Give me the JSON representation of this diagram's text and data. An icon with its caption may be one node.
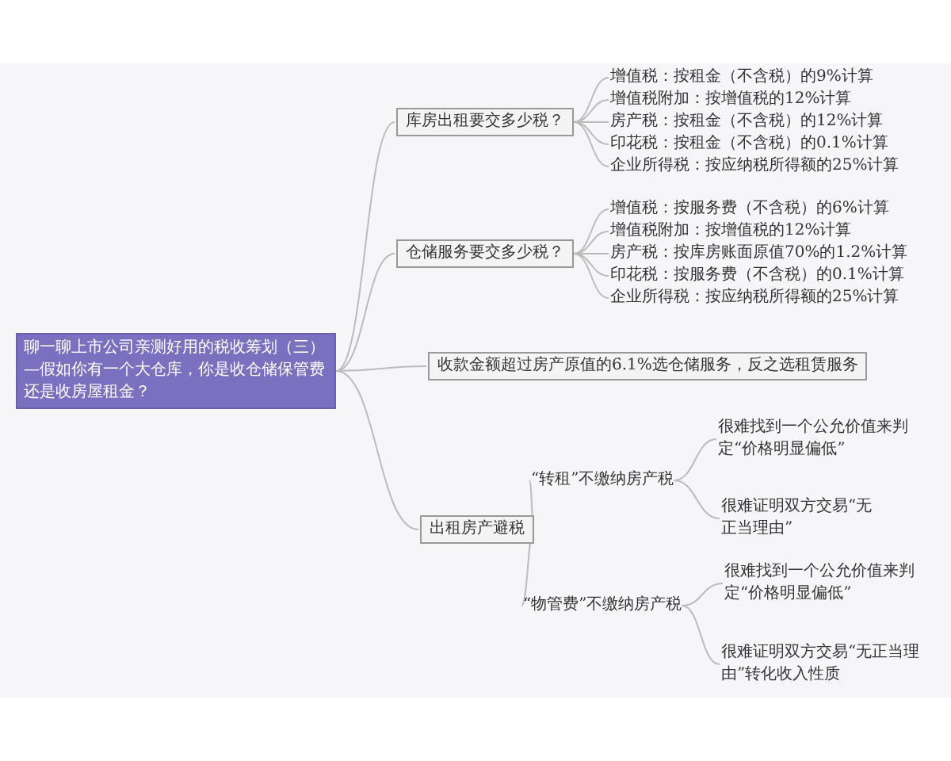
{
  "diagram": {
    "nodes": [
      {
        "text": [
          "聊一聊上市公司亲测好用的税收筹划（三）—假如你有一个大仓库，你是收仓储保管费还是收房屋租金？"
        ]
      },
      {
        "text": [
          "库房出租要交多少税？"
        ]
      },
      {
        "text": [
          "增值税：按租金（不含税）的9%计算"
        ]
      },
      {
        "text": [
          "增值税附加：按增值税的12%计算"
        ]
      },
      {
        "text": [
          "房产税：按租金（不含税）的12%计算"
        ]
      },
      {
        "text": [
          "印花税：按租金（不含税）的0.1%计算"
        ]
      },
      {
        "text": [
          "企业所得税：按应纳税所得额的25%计算"
        ]
      },
      {
        "text": [
          "仓储服务要交多少税？"
        ]
      },
      {
        "text": [
          "增值税：按服务费（不含税）的6%计算"
        ]
      },
      {
        "text": [
          "增值税附加：按增值税的12%计算"
        ]
      },
      {
        "text": [
          "房产税：按库房账面原值70%的1.2%计算"
        ]
      },
      {
        "text": [
          "印花税：按服务费（不含税）的0.1%计算"
        ]
      },
      {
        "text": [
          "企业所得税：按应纳税所得额的25%计算"
        ]
      },
      {
        "text": [
          "收款金额超过房产原值的6.1%选仓储服务，反之选租赁服务"
        ]
      },
      {
        "text": [
          "出租房产避税"
        ]
      },
      {
        "text": [
          "“转租”不缴纳房产税"
        ]
      },
      {
        "text": [
          "很难找到一个公允价值来判定“价格明显偏低”"
        ]
      },
      {
        "text": [
          "很难证明双方交易“无正当理由”"
        ]
      },
      {
        "text": [
          "“物管费”不缴纳房产税"
        ]
      },
      {
        "text": [
          "很难找到一个公允价值来判定“价格明显偏低”"
        ]
      },
      {
        "text": [
          "很难证明双方交易“无正当理由”转化收入性质"
        ]
      }
    ],
    "edges": [
      {
        "from": 0,
        "to": 1,
        "arrow": "none"
      },
      {
        "from": 0,
        "to": 7,
        "arrow": "none"
      },
      {
        "from": 0,
        "to": 13,
        "arrow": "none"
      },
      {
        "from": 0,
        "to": 14,
        "arrow": "none"
      },
      {
        "from": 1,
        "to": 2,
        "arrow": "none"
      },
      {
        "from": 1,
        "to": 3,
        "arrow": "none"
      },
      {
        "from": 1,
        "to": 4,
        "arrow": "none"
      },
      {
        "from": 1,
        "to": 5,
        "arrow": "none"
      },
      {
        "from": 1,
        "to": 6,
        "arrow": "none"
      },
      {
        "from": 7,
        "to": 8,
        "arrow": "none"
      },
      {
        "from": 7,
        "to": 9,
        "arrow": "none"
      },
      {
        "from": 7,
        "to": 10,
        "arrow": "none"
      },
      {
        "from": 7,
        "to": 11,
        "arrow": "none"
      },
      {
        "from": 7,
        "to": 12,
        "arrow": "none"
      },
      {
        "from": 14,
        "to": 15,
        "arrow": "none"
      },
      {
        "from": 14,
        "to": 18,
        "arrow": "none"
      },
      {
        "from": 15,
        "to": 16,
        "arrow": "none"
      },
      {
        "from": 15,
        "to": 17,
        "arrow": "none"
      },
      {
        "from": 18,
        "to": 19,
        "arrow": "none"
      },
      {
        "from": 18,
        "to": 20,
        "arrow": "none"
      }
    ]
  }
}
